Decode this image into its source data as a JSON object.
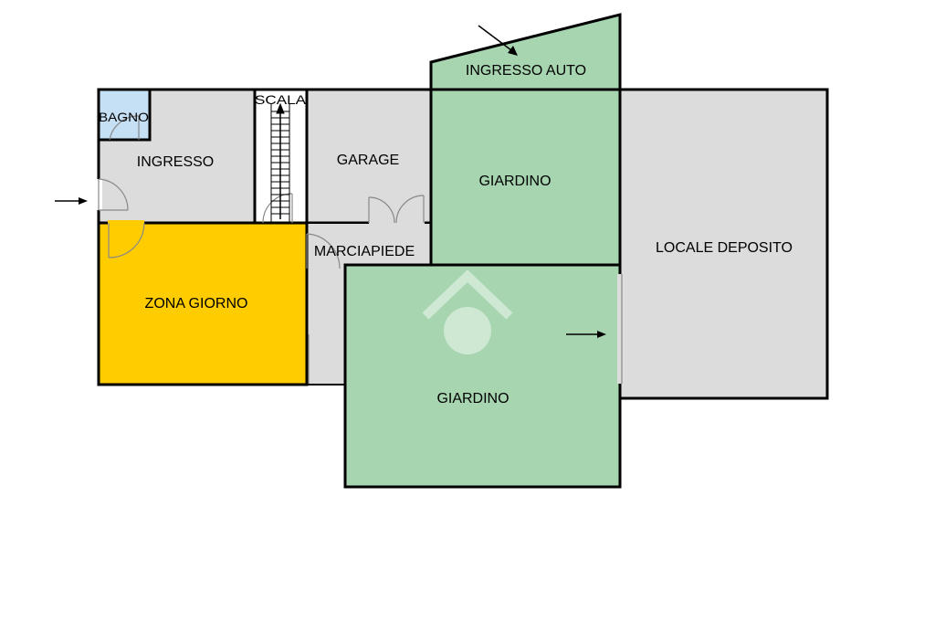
{
  "rooms": {
    "bagno": "BAGNO",
    "scala": "SCALA",
    "ingresso": "INGRESSO",
    "garage": "GARAGE",
    "ingresso_auto": "INGRESSO AUTO",
    "giardino_upper": "GIARDINO",
    "marciapiede": "MARCIAPIEDE",
    "zona_giorno": "ZONA GIORNO",
    "locale_deposito": "LOCALE DEPOSITO",
    "giardino_lower": "GIARDINO"
  },
  "colors": {
    "wall": "#000000",
    "gray_room": "#dcdcdc",
    "green_room": "#a6d5b0",
    "yellow_room": "#ffcc00",
    "blue_room": "#c5dff5"
  }
}
